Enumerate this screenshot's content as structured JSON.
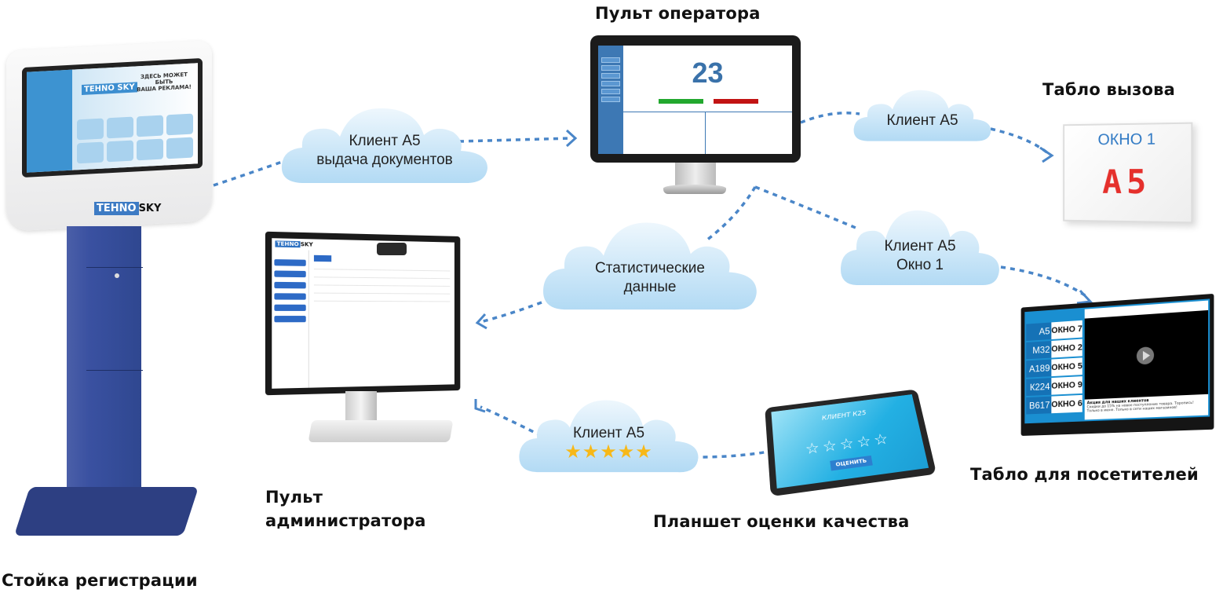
{
  "labels": {
    "kiosk": "Стойка регистрации",
    "operator": "Пульт оператора",
    "call_panel": "Табло вызова",
    "visitor_board": "Табло для посетителей",
    "admin_line1": "Пульт",
    "admin_line2": "администратора",
    "tablet": "Планшет оценки качества"
  },
  "clouds": {
    "issue": {
      "line1": "Клиент А5",
      "line2": "выдача документов"
    },
    "call": {
      "line1": "Клиент А5"
    },
    "window": {
      "line1": "Клиент А5",
      "line2": "Окно  1"
    },
    "stats": {
      "line1": "Статистические",
      "line2": "данные"
    },
    "rating": {
      "line1": "Клиент А5",
      "stars": "★★★★★"
    }
  },
  "kiosk_screen": {
    "brand": "TEHNO SKY",
    "ad_line1": "ЗДЕСЬ МОЖЕТ БЫТЬ",
    "ad_line2": "ВАША РЕКЛАМА!"
  },
  "kiosk_brand": {
    "part1": "TEHNO",
    "part2": "SKY"
  },
  "operator_screen": {
    "current_number": "23"
  },
  "call_panel": {
    "title": "ОКНО 1",
    "number": "А5"
  },
  "visitor_board": {
    "queue": [
      {
        "code": "А5",
        "window": "ОКНО 7"
      },
      {
        "code": "М32",
        "window": "ОКНО 2"
      },
      {
        "code": "А189",
        "window": "ОКНО 5"
      },
      {
        "code": "К224",
        "window": "ОКНО 9"
      },
      {
        "code": "В617",
        "window": "ОКНО 6"
      }
    ],
    "promo_title": "Акция для наших клиентов",
    "promo_text": "Скидки до 15% на новое поступление товара. Торопись! Только в июне. Только в сети наших магазинов!"
  },
  "admin_screen": {
    "brand_part1": "TEHNO",
    "brand_part2": "SKY"
  },
  "tablet_screen": {
    "title": "КЛИЕНТ К25",
    "stars": "☆☆☆☆☆",
    "button": "ОЦЕНИТЬ"
  },
  "colors": {
    "connector": "#4a86c8",
    "cloud_top": "#e6f3fc",
    "cloud_bottom": "#b5dcf5",
    "star": "#f7b818",
    "pole": "#34499a"
  }
}
